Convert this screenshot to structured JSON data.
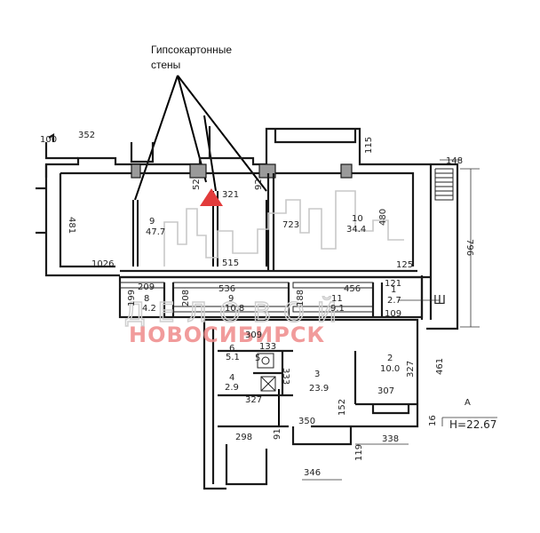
{
  "annotation": {
    "line1": "Гипсокартонные",
    "line2": "стены"
  },
  "watermark": {
    "line1": "ДЕЛОВОЙ",
    "line2": "НОВОСИБИРСК",
    "color": "#e23b3b"
  },
  "rooms": [
    {
      "number": "9",
      "area": "47.7"
    },
    {
      "number": "10",
      "area": "34.4"
    },
    {
      "number": "8",
      "area": "4.2"
    },
    {
      "number": "9",
      "area": "10.8"
    },
    {
      "number": "11",
      "area": "9.1"
    },
    {
      "number": "1",
      "area": "2.7"
    },
    {
      "number": "6",
      "area": "5.1"
    },
    {
      "number": "5",
      "area": ""
    },
    {
      "number": "4",
      "area": "2.9"
    },
    {
      "number": "3",
      "area": "23.9"
    },
    {
      "number": "2",
      "area": "10.0"
    }
  ],
  "dimensions": {
    "d100": "100",
    "d352": "352",
    "d115": "115",
    "d148": "148",
    "d481": "481",
    "d52": "52",
    "d321": "321",
    "d92": "92",
    "d723": "723",
    "d480": "480",
    "d796": "796",
    "d1026": "1026",
    "d515": "515",
    "d125": "125",
    "d209": "209",
    "d536": "536",
    "d456": "456",
    "d199": "199",
    "d208": "208",
    "d188": "188",
    "d121": "121",
    "d109": "109",
    "d309": "309",
    "d133": "133",
    "d333": "333",
    "d327a": "327",
    "d461": "461",
    "d327b": "327",
    "d307": "307",
    "d152": "152",
    "d350": "350",
    "d298": "298",
    "d91": "91",
    "d338": "338",
    "d119": "119",
    "d346": "346",
    "d16": "16"
  },
  "elevation": {
    "label": "Н=22.67",
    "marker": "А"
  },
  "stair_label": "Ш"
}
